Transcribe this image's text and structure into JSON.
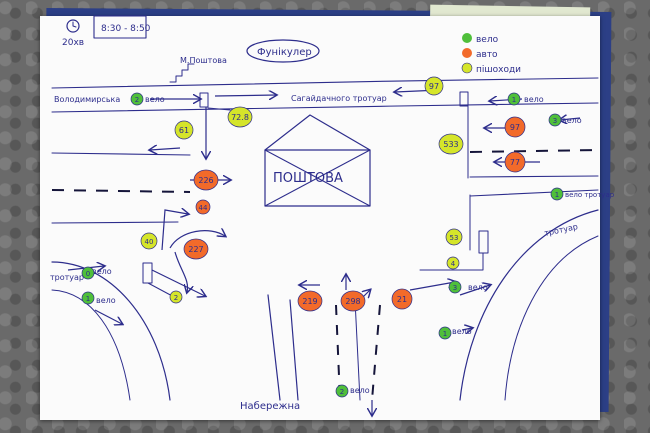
{
  "header": {
    "duration": "20хв",
    "time_range": "8:30 - 8:50"
  },
  "title": "Фунікулер",
  "building": "ПОШТОВА",
  "legend": [
    {
      "label": "вело",
      "color": "#4fbf3a"
    },
    {
      "label": "авто",
      "color": "#f26a2a"
    },
    {
      "label": "пішоходи",
      "color": "#d5e52a"
    }
  ],
  "labels": {
    "poshtova_stairs": "М.Поштова",
    "volodymyrska": "Володимирська",
    "sahaidachnoho": "Сагайдачного тротуар",
    "sidewalk_right": "тротуар",
    "sidewalk_left": "тротуар",
    "naberezhna": "Набережна",
    "velo_1": "вело",
    "velo_2": "вело",
    "velo_3": "вело",
    "velo_4": "вело",
    "velo_5": "вело",
    "velo_6": "вело",
    "velo_7": "вело",
    "velo_8": "вело",
    "velo_tr": "вело тротуар"
  },
  "counts": [
    {
      "id": "c-2-velo-top",
      "value": "2",
      "type": "velo"
    },
    {
      "id": "c-728",
      "value": "72.8",
      "type": "ped"
    },
    {
      "id": "c-61",
      "value": "61",
      "type": "ped"
    },
    {
      "id": "c-97-top",
      "value": "97",
      "type": "ped"
    },
    {
      "id": "c-1-velo-right",
      "value": "1",
      "type": "velo"
    },
    {
      "id": "c-97-car",
      "value": "97",
      "type": "car"
    },
    {
      "id": "c-3-velo-right",
      "value": "3",
      "type": "velo"
    },
    {
      "id": "c-533",
      "value": "533",
      "type": "ped"
    },
    {
      "id": "c-77",
      "value": "77",
      "type": "car"
    },
    {
      "id": "c-226",
      "value": "226",
      "type": "car"
    },
    {
      "id": "c-44",
      "value": "44",
      "type": "car"
    },
    {
      "id": "c-40",
      "value": "40",
      "type": "ped"
    },
    {
      "id": "c-227",
      "value": "227",
      "type": "car"
    },
    {
      "id": "c-2-ped",
      "value": "2",
      "type": "ped"
    },
    {
      "id": "c-0-velo",
      "value": "0",
      "type": "velo"
    },
    {
      "id": "c-1-velo-left",
      "value": "1",
      "type": "velo"
    },
    {
      "id": "c-219",
      "value": "219",
      "type": "car"
    },
    {
      "id": "c-298",
      "value": "298",
      "type": "car"
    },
    {
      "id": "c-21",
      "value": "21",
      "type": "car"
    },
    {
      "id": "c-53",
      "value": "53",
      "type": "ped"
    },
    {
      "id": "c-4",
      "value": "4",
      "type": "ped"
    },
    {
      "id": "c-3-velo-mid",
      "value": "3",
      "type": "velo"
    },
    {
      "id": "c-1-velo-bottom",
      "value": "1",
      "type": "velo"
    },
    {
      "id": "c-1-velo-tr",
      "value": "1",
      "type": "velo"
    },
    {
      "id": "c-2-velo-bottom",
      "value": "2",
      "type": "velo"
    }
  ],
  "colors": {
    "velo": "#4fbf3a",
    "car": "#f26a2a",
    "ped": "#d5e52a",
    "ink": "#2d2d8c"
  }
}
